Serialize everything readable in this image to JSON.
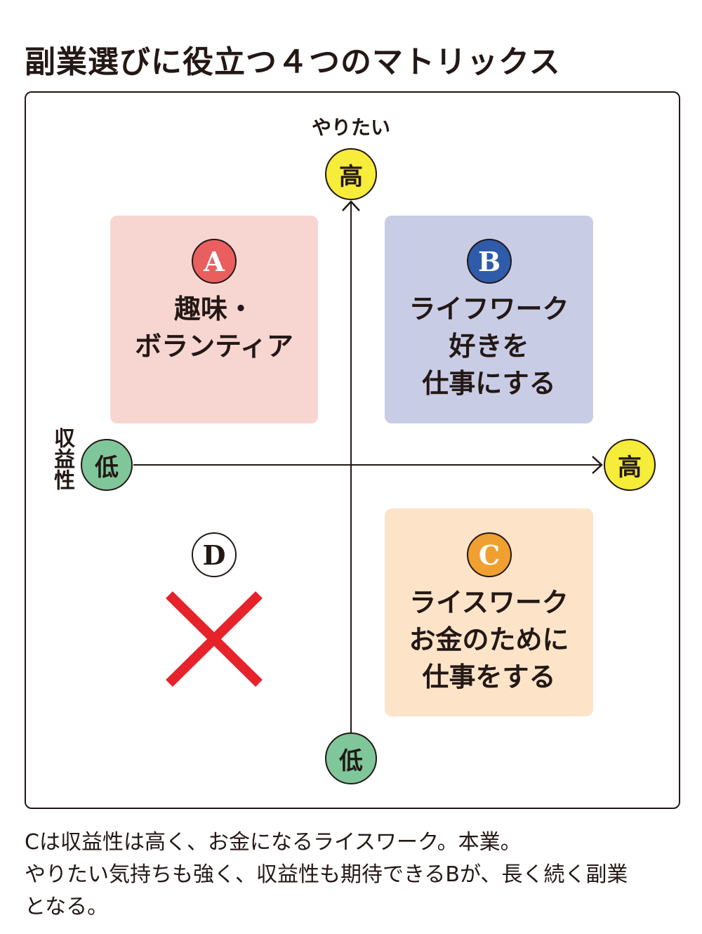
{
  "title": "副業選びに役立つ４つのマトリックス",
  "axes": {
    "vertical_label": "やりたい",
    "horizontal_label": "収益性",
    "vertical_high": "高",
    "vertical_low": "低",
    "horizontal_high": "高",
    "horizontal_low": "低"
  },
  "quadrants": {
    "A": {
      "letter": "A",
      "lines": [
        "趣味・",
        "ボランティア"
      ],
      "color": "#f7d5d1",
      "badge_color": "#e95f5f"
    },
    "B": {
      "letter": "B",
      "lines": [
        "ライフワーク",
        "好きを",
        "仕事にする"
      ],
      "color": "#c9cce5",
      "badge_color": "#2f5bab"
    },
    "C": {
      "letter": "C",
      "lines": [
        "ライスワーク",
        "お金のために",
        "仕事をする"
      ],
      "color": "#fde4c8",
      "badge_color": "#f0a030"
    },
    "D": {
      "letter": "D",
      "mark": "cross-mark",
      "mark_color": "#e6222a"
    }
  },
  "caption": [
    "Cは収益性は高く、お金になるライスワーク。本業。",
    "やりたい気持ちも強く、収益性も期待できるBが、長く続く副業",
    "となる。"
  ]
}
